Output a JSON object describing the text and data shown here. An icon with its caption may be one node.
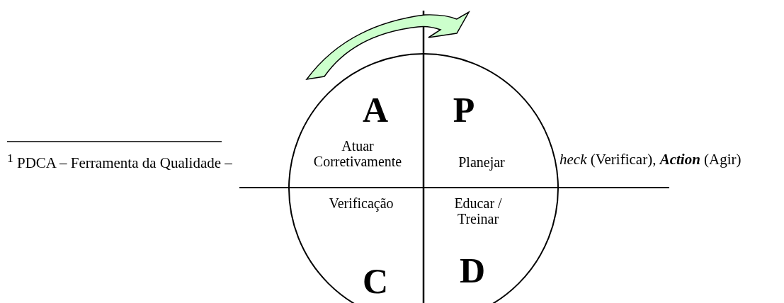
{
  "diagram": {
    "labels": [
      "A",
      "P",
      "$^{1}$ PDCA – Ferramenta da Qualidade –",
      "Atuar Corretivamente",
      "Planejar",
      "*heck* (Verificar), **Action** (Agir)",
      "Verificação",
      "Educar / Treinar",
      "C",
      "D"
    ]
  }
}
